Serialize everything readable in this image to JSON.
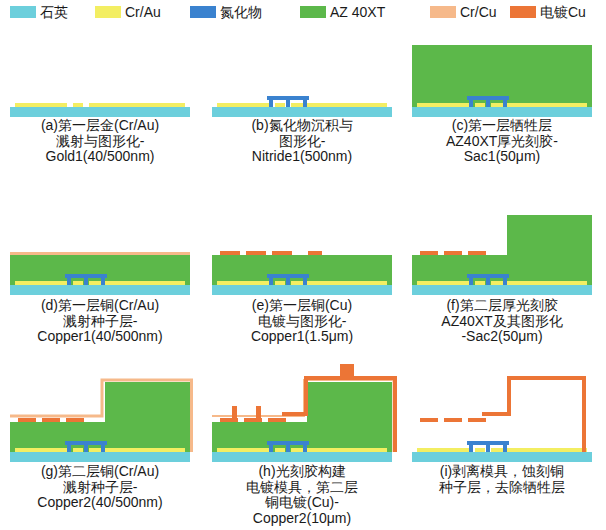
{
  "diagram": {
    "labels": [
      "(a)第一层金(Cr/Au) 溅射与图形化- Gold1(40/500nm)",
      "(b)氮化物沉积与 图形化- Nitride1(500nm)",
      "(c)第一层牺牲层 AZ40XT厚光刻胶- Sac1(50μm)",
      "(d)第一层铜(Cr/Au) 溅射种子层- Copper1(40/500nm)",
      "(e)第一层铜(Cu) 电镀与图形化- Copper1(1.5μm)",
      "(f)第二层厚光刻胶 AZ40XT及其图形化 -Sac2(50μm)",
      "(g)第二层铜(Cr/Au) 溅射种子层- Copper2(40/500nm)",
      "(h)光刻胶构建 电镀模具，第二层 铜电镀(Cu)- Copper2(10μm)",
      "(i)剥离模具，蚀刻铜 种子层，去除牺牲层"
    ],
    "legend": [
      {
        "text": "石英",
        "color": "#6ccfdc"
      },
      {
        "text": "Cr/Au",
        "color": "#f3ee62"
      },
      {
        "text": "氮化物",
        "color": "#3a82cf"
      },
      {
        "text": "AZ 40XT",
        "color": "#5cb84a"
      },
      {
        "text": "Cr/Cu",
        "color": "#f6b98a"
      },
      {
        "text": "电镀Cu",
        "color": "#ec7536"
      }
    ]
  }
}
